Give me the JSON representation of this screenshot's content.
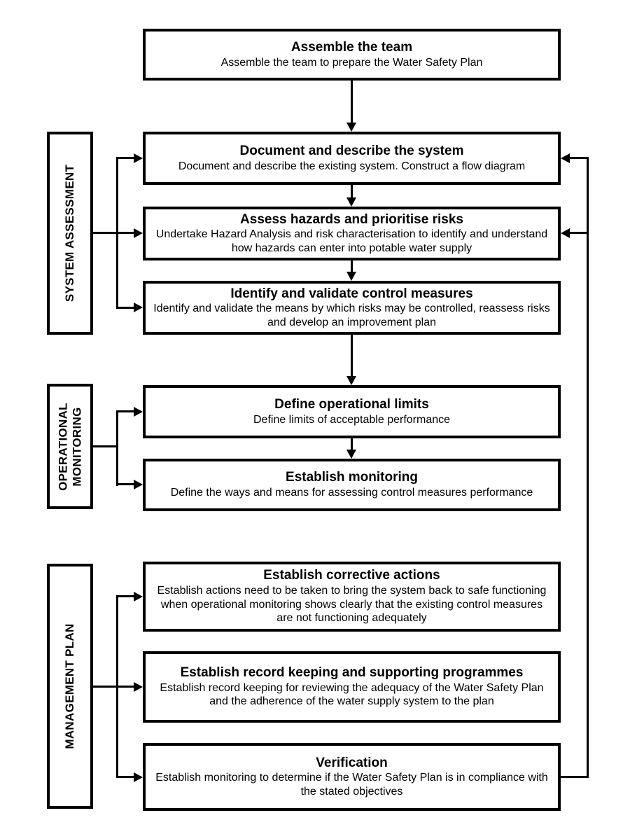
{
  "colors": {
    "background": "#ffffff",
    "line": "#000000",
    "text": "#000000"
  },
  "groups": [
    {
      "label": "SYSTEM ASSESSMENT"
    },
    {
      "label": "OPERATIONAL MONITORING"
    },
    {
      "label": "MANAGEMENT PLAN"
    }
  ],
  "boxes": [
    {
      "title": "Assemble the team",
      "description": "Assemble the team to prepare the Water Safety Plan"
    },
    {
      "title": "Document and describe the system",
      "description": "Document and describe the existing system. Construct a flow diagram"
    },
    {
      "title": "Assess hazards and prioritise risks",
      "description": "Undertake Hazard Analysis and risk characterisation to identify and understand how hazards can enter into potable water supply"
    },
    {
      "title": "Identify and validate control measures",
      "description": "Identify and validate the means by which risks may be controlled, reassess risks and develop an improvement plan"
    },
    {
      "title": "Define operational limits",
      "description": "Define limits of acceptable performance"
    },
    {
      "title": "Establish monitoring",
      "description": "Define the ways and means for assessing control measures performance"
    },
    {
      "title": "Establish corrective actions",
      "description": "Establish actions need to be taken to bring the system back to safe functioning when operational monitoring shows clearly that the existing control measures are not functioning adequately"
    },
    {
      "title": "Establish record keeping and supporting programmes",
      "description": "Establish record keeping for reviewing the adequacy of the Water Safety Plan and the adherence of the water supply system to the plan"
    },
    {
      "title": "Verification",
      "description": "Establish monitoring to determine if the Water Safety Plan is in compliance with the stated objectives"
    }
  ]
}
